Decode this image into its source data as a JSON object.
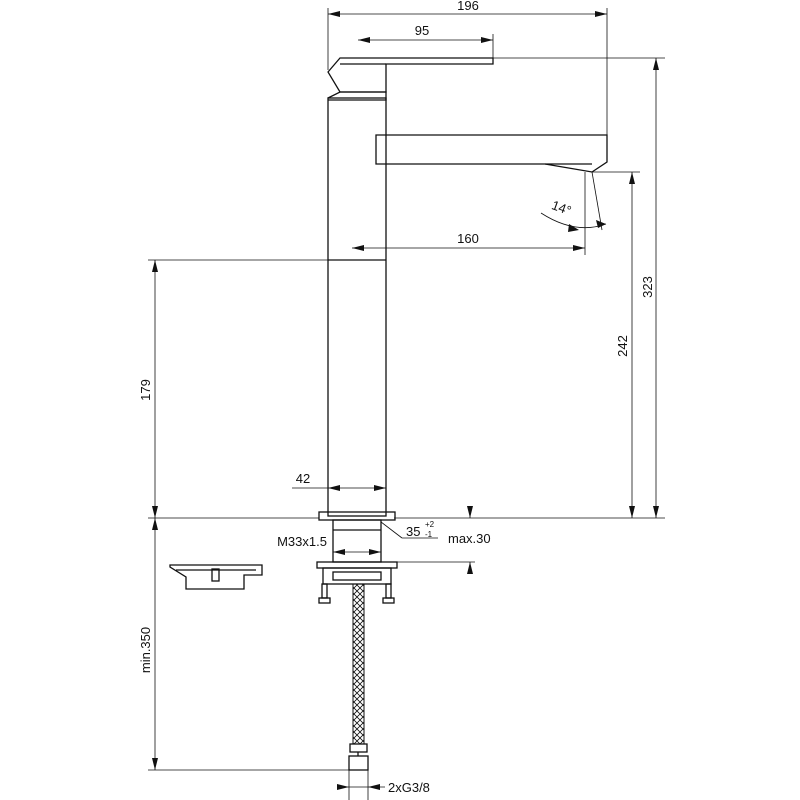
{
  "drawing": {
    "dimensions": {
      "total_reach": "196",
      "lever_length": "95",
      "spout_projection": "160",
      "spout_angle": "14°",
      "total_height": "323",
      "spout_height": "242",
      "body_height": "179",
      "body_diameter": "42",
      "hole_diameter": "35",
      "hole_tolerance_upper": "+2",
      "hole_tolerance_lower": "-1",
      "thread": "M33x1.5",
      "max_deck_thickness": "max.30",
      "min_hose_length": "min.350",
      "hose_connection": "2xG3/8"
    }
  }
}
